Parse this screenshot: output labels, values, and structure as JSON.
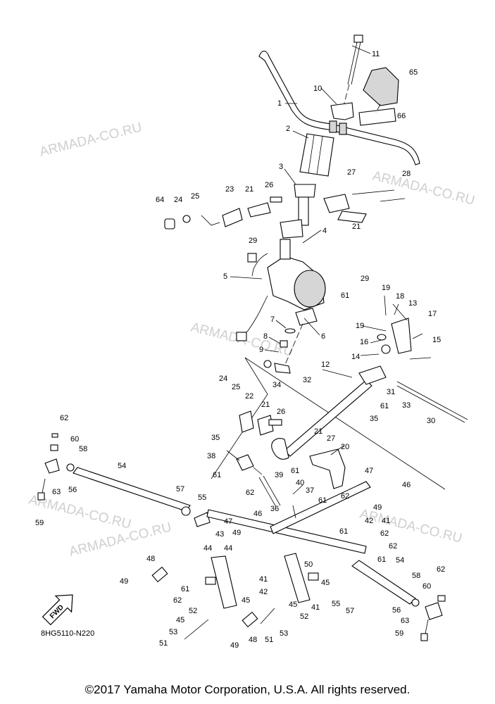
{
  "diagram_code": "8HG5110-N220",
  "fwd_label": "FWD",
  "watermark": "ARMADA-CO.RU",
  "copyright": "©2017 Yamaha Motor Corporation, U.S.A. All rights reserved.",
  "callouts": [
    "1",
    "2",
    "3",
    "4",
    "5",
    "6",
    "7",
    "8",
    "9",
    "10",
    "11",
    "12",
    "13",
    "14",
    "15",
    "16",
    "17",
    "18",
    "19",
    "19",
    "20",
    "21",
    "21",
    "21",
    "21",
    "22",
    "23",
    "24",
    "24",
    "25",
    "25",
    "26",
    "26",
    "27",
    "27",
    "28",
    "29",
    "29",
    "30",
    "31",
    "32",
    "33",
    "34",
    "35",
    "35",
    "36",
    "37",
    "38",
    "39",
    "40",
    "41",
    "41",
    "41",
    "42",
    "42",
    "43",
    "44",
    "44",
    "45",
    "45",
    "45",
    "46",
    "46",
    "47",
    "47",
    "48",
    "48",
    "49",
    "49",
    "49",
    "50",
    "51",
    "51",
    "52",
    "52",
    "53",
    "53",
    "54",
    "54",
    "55",
    "55",
    "56",
    "56",
    "57",
    "57",
    "58",
    "58",
    "59",
    "59",
    "60",
    "60",
    "61",
    "61",
    "61",
    "61",
    "61",
    "61",
    "61",
    "62",
    "62",
    "62",
    "62",
    "62",
    "62",
    "63",
    "63",
    "64",
    "65",
    "66"
  ]
}
